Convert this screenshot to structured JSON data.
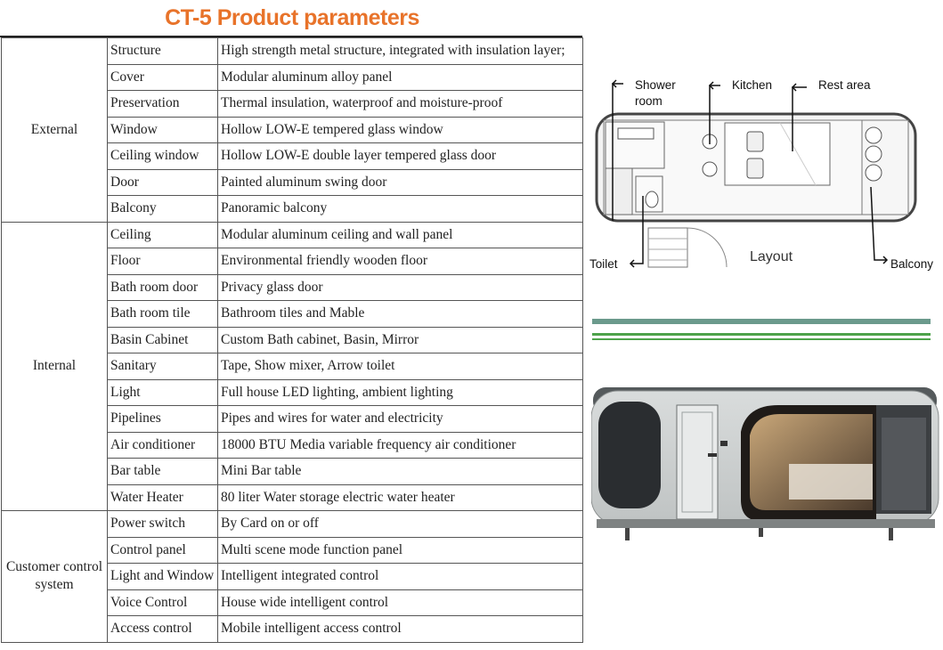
{
  "title": "CT-5 Product parameters",
  "groups": [
    {
      "name": "External",
      "rows": [
        {
          "item": "Structure",
          "spec": "High strength metal structure, integrated with insulation layer;"
        },
        {
          "item": "Cover",
          "spec": "Modular aluminum alloy panel"
        },
        {
          "item": "Preservation",
          "spec": "Thermal insulation, waterproof and moisture-proof"
        },
        {
          "item": "Window",
          "spec": "Hollow LOW-E tempered glass window"
        },
        {
          "item": "Ceiling window",
          "spec": "Hollow LOW-E  double layer tempered glass door"
        },
        {
          "item": "Door",
          "spec": "Painted aluminum swing door"
        },
        {
          "item": "Balcony",
          "spec": "Panoramic balcony"
        }
      ]
    },
    {
      "name": "Internal",
      "rows": [
        {
          "item": "Ceiling",
          "spec": "Modular aluminum ceiling and wall panel"
        },
        {
          "item": "Floor",
          "spec": "Environmental friendly wooden floor"
        },
        {
          "item": "Bath room door",
          "spec": "Privacy glass door"
        },
        {
          "item": "Bath room tile",
          "spec": "Bathroom tiles and Mable"
        },
        {
          "item": "Basin Cabinet",
          "spec": "Custom Bath cabinet, Basin, Mirror"
        },
        {
          "item": "Sanitary",
          "spec": "Tape, Show mixer, Arrow toilet"
        },
        {
          "item": "Light",
          "spec": "Full house LED lighting, ambient lighting"
        },
        {
          "item": "Pipelines",
          "spec": "Pipes and wires for water and electricity"
        },
        {
          "item": "Air conditioner",
          "spec": "18000 BTU Media  variable frequency air conditioner"
        },
        {
          "item": "Bar table",
          "spec": "Mini Bar table"
        },
        {
          "item": "Water Heater",
          "spec": "80 liter Water storage electric water heater"
        }
      ]
    },
    {
      "name": "Customer control system",
      "rows": [
        {
          "item": "Power switch",
          "spec": "By Card on or off"
        },
        {
          "item": "Control panel",
          "spec": "Multi scene mode function panel"
        },
        {
          "item": "Light and Window",
          "spec": "Intelligent integrated control"
        },
        {
          "item": "Voice Control",
          "spec": "House wide intelligent control"
        },
        {
          "item": "Access control",
          "spec": "Mobile intelligent access control"
        }
      ]
    }
  ],
  "layout": {
    "title": "Layout",
    "labels": {
      "shower": "Shower\nroom",
      "kitchen": "Kitchen",
      "rest": "Rest area",
      "toilet": "Toilet",
      "balcony": "Balcony"
    }
  },
  "colors": {
    "title": "#e8732a",
    "divider_top": "#6b9a8c",
    "divider_bottom": "#4ea34b"
  }
}
